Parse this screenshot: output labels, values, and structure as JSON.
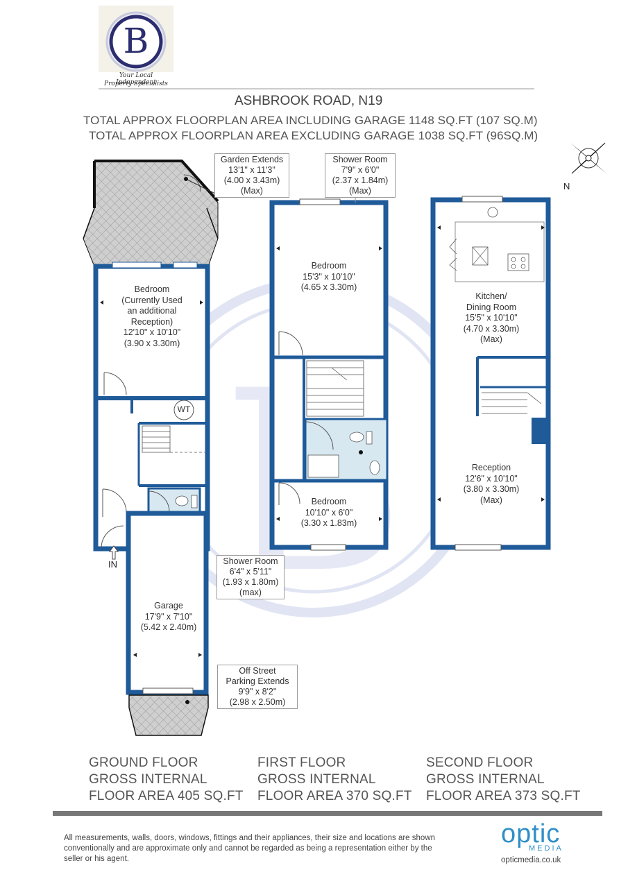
{
  "logo": {
    "letter": "B",
    "tagline_line1": "Your Local Independent",
    "tagline_line2": "Property Specialists"
  },
  "header": {
    "address": "ASHBROOK ROAD, N19",
    "total_incl_garage": "TOTAL APPROX FLOORPLAN AREA INCLUDING GARAGE 1148 SQ.FT (107 SQ.M)",
    "total_excl_garage": "TOTAL APPROX FLOORPLAN AREA EXCLUDING GARAGE 1038 SQ.FT (96SQ.M)"
  },
  "compass": {
    "label": "N"
  },
  "ground_floor": {
    "garden": [
      "Garden Extends",
      "13'1\" x 11'3\"",
      "(4.00 x 3.43m)",
      "(Max)"
    ],
    "bedroom": [
      "Bedroom",
      "(Currently Used",
      "an additional",
      "Reception)",
      "12'10\" x 10'10\"",
      "(3.90 x 3.30m)"
    ],
    "wt": "WT",
    "entrance": "IN",
    "shower_room": [
      "Shower Room",
      "6'4\" x 5'11\"",
      "(1.93 x 1.80m)",
      "(max)"
    ],
    "garage": [
      "Garage",
      "17'9\" x 7'10\"",
      "(5.42 x 2.40m)"
    ],
    "parking": [
      "Off Street",
      "Parking Extends",
      "9'9\" x 8'2\"",
      "(2.98 x 2.50m)"
    ],
    "summary": [
      "GROUND FLOOR",
      "GROSS INTERNAL",
      "FLOOR AREA 405 SQ.FT"
    ]
  },
  "first_floor": {
    "shower_room": [
      "Shower Room",
      "7'9\" x 6'0\"",
      "(2.37 x 1.84m)",
      "(Max)"
    ],
    "bedroom_1": [
      "Bedroom",
      "15'3\" x 10'10\"",
      "(4.65 x 3.30m)"
    ],
    "bedroom_2": [
      "Bedroom",
      "10'10\" x 6'0\"",
      "(3.30 x 1.83m)"
    ],
    "summary": [
      "FIRST FLOOR",
      "GROSS INTERNAL",
      "FLOOR AREA 370 SQ.FT"
    ]
  },
  "second_floor": {
    "kitchen": [
      "Kitchen/",
      "Dining Room",
      "15'5\" x 10'10\"",
      "(4.70 x 3.30m)",
      "(Max)"
    ],
    "reception": [
      "Reception",
      "12'6\" x 10'10\"",
      "(3.80 x 3.30m)",
      "(Max)"
    ],
    "summary": [
      "SECOND FLOOR",
      "GROSS INTERNAL",
      "FLOOR AREA 373 SQ.FT"
    ]
  },
  "footer": {
    "disclaimer": "All measurements, walls, doors, windows, fittings and their appliances, their size and locations are shown conventionally and are approximate only and cannot be regarded as being a representation either by the seller or his agent.",
    "brand_main": "optic",
    "brand_sub": "MEDIA",
    "website": "opticmedia.co.uk"
  },
  "colors": {
    "wall": "#1f5a99",
    "hatch_fill": "#c9c9c9",
    "watermark": "#c6cde8",
    "logo_navy": "#2b2d6e",
    "brand": "#2f8fc7",
    "rule": "#777777"
  }
}
